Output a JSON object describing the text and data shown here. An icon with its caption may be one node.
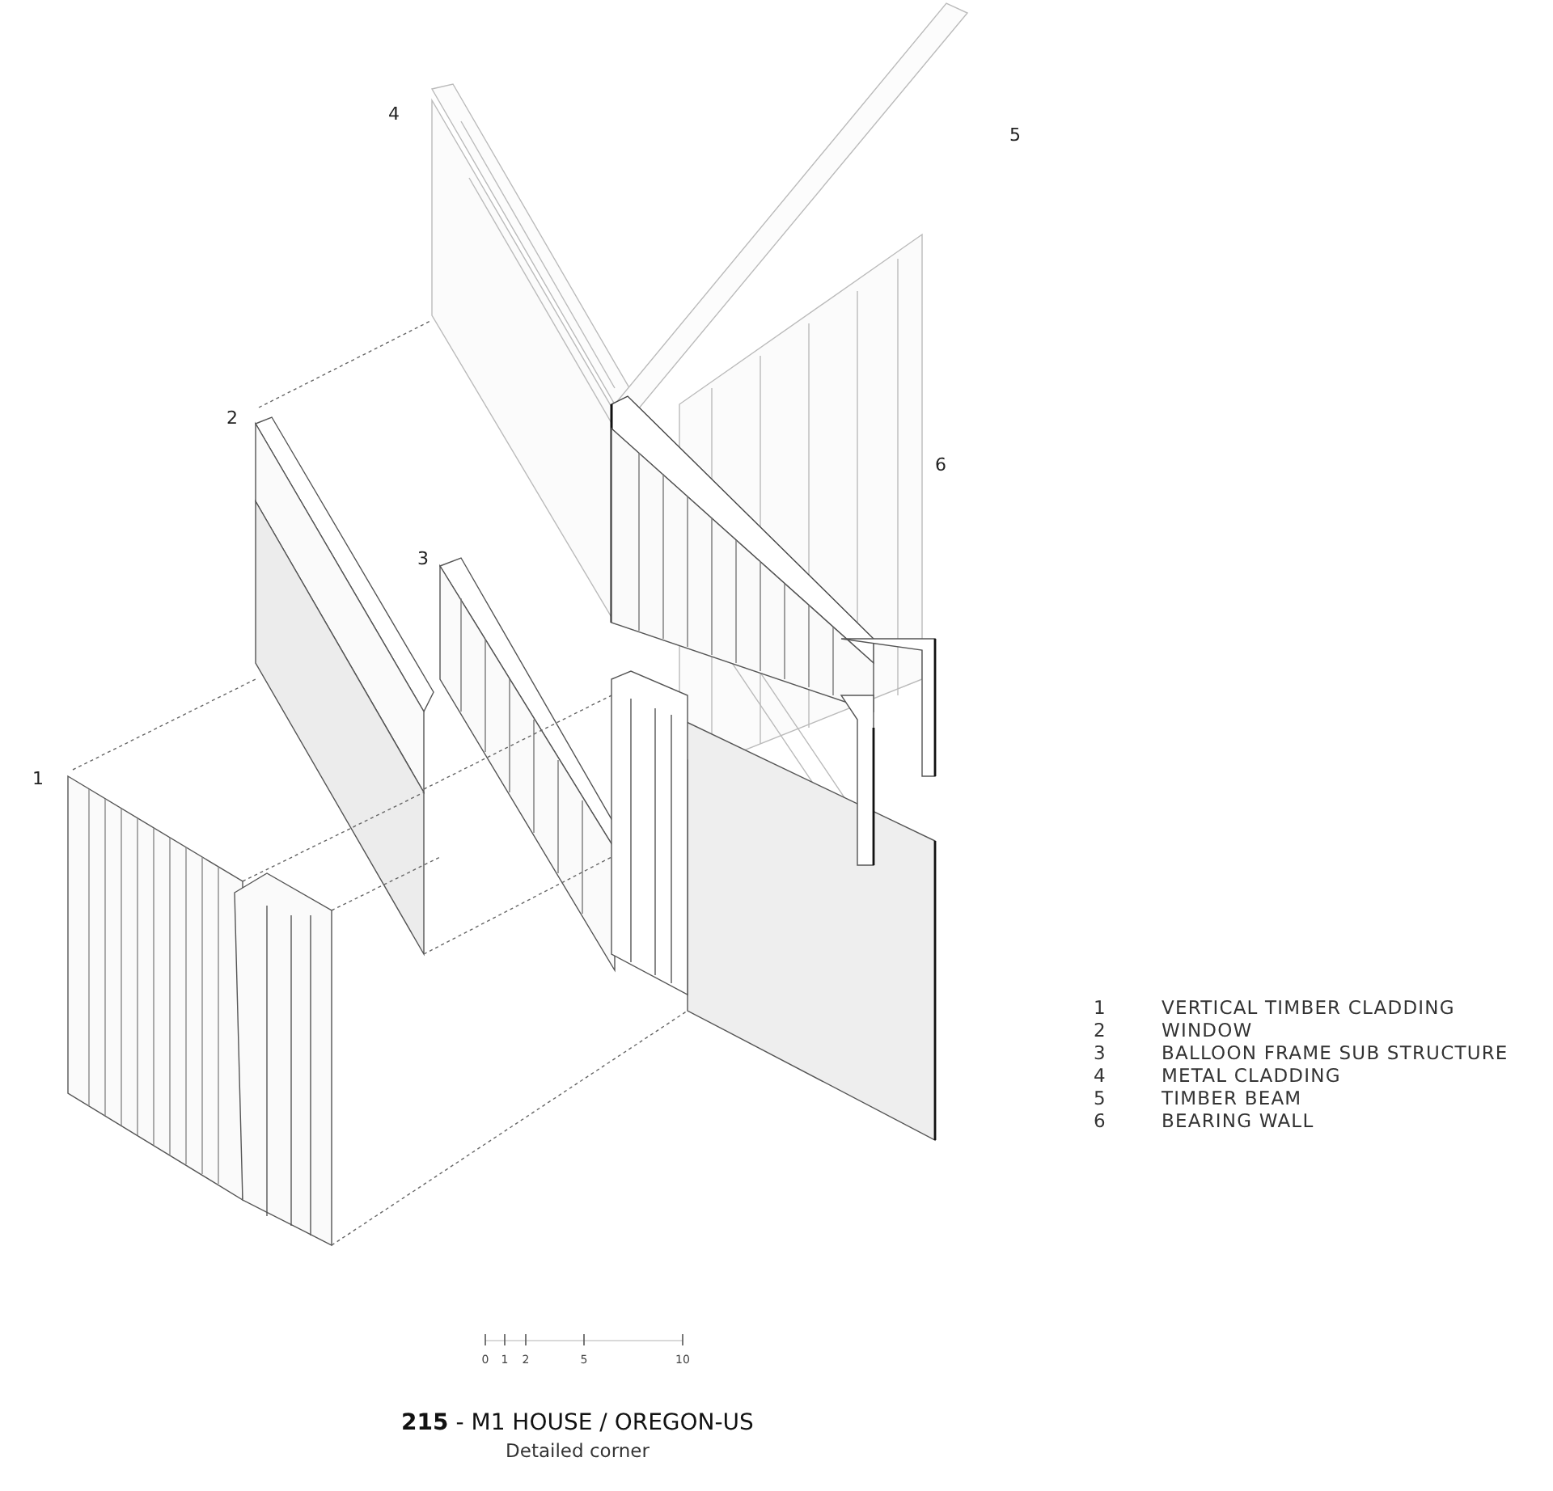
{
  "diagram": {
    "title": "**215** - M1 HOUSE / OREGON-US",
    "caption": "Detailed corner",
    "labels": [
      "4",
      "5",
      "2",
      "6",
      "3",
      "1",
      "0",
      "1",
      "2",
      "5",
      "10",
      "1",
      "VERTICAL TIMBER CLADDING",
      "2",
      "WINDOW",
      "3",
      "BALLOON FRAME SUB STRUCTURE",
      "4",
      "METAL CLADDING",
      "5",
      "TIMBER BEAM",
      "6",
      "BEARING WALL"
    ]
  }
}
